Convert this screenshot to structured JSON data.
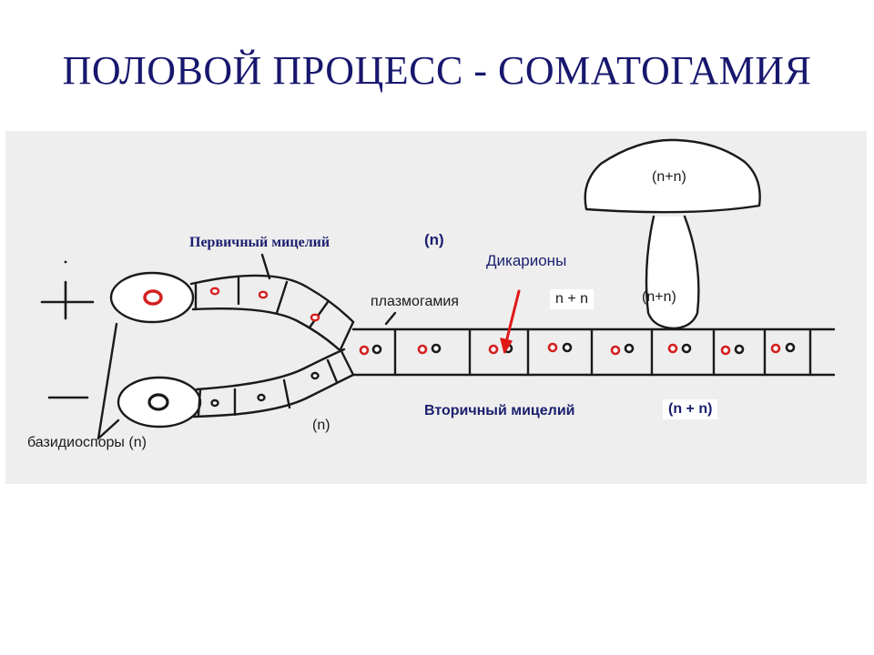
{
  "slide": {
    "title": "ПОЛОВОЙ ПРОЦЕСС - СОМАТОГАМИЯ"
  },
  "diagram": {
    "plus_sign": "+",
    "minus_sign": "−",
    "primary_mycelium_label": "Первичный мицелий",
    "primary_mycelium_ploidy": "(n)",
    "dikaryons_label": "Дикарионы",
    "plasmogamy_label": "плазмогамия",
    "dikaryon_ploidy_box": "n + n",
    "stipe_ploidy": "(n+n)",
    "cap_ploidy": "(n+n)",
    "lower_hypha_ploidy": "(n)",
    "basidiospores_label": "базидиоспоры (n)",
    "secondary_mycelium_label": "Вторичный мицелий",
    "secondary_mycelium_ploidy": "(n + n)",
    "colors": {
      "title": "#17176e",
      "panel": "#eeeeee",
      "nucleus_red": "#d42020",
      "arrow_red": "#e01818",
      "line": "#1a1a1a"
    }
  }
}
